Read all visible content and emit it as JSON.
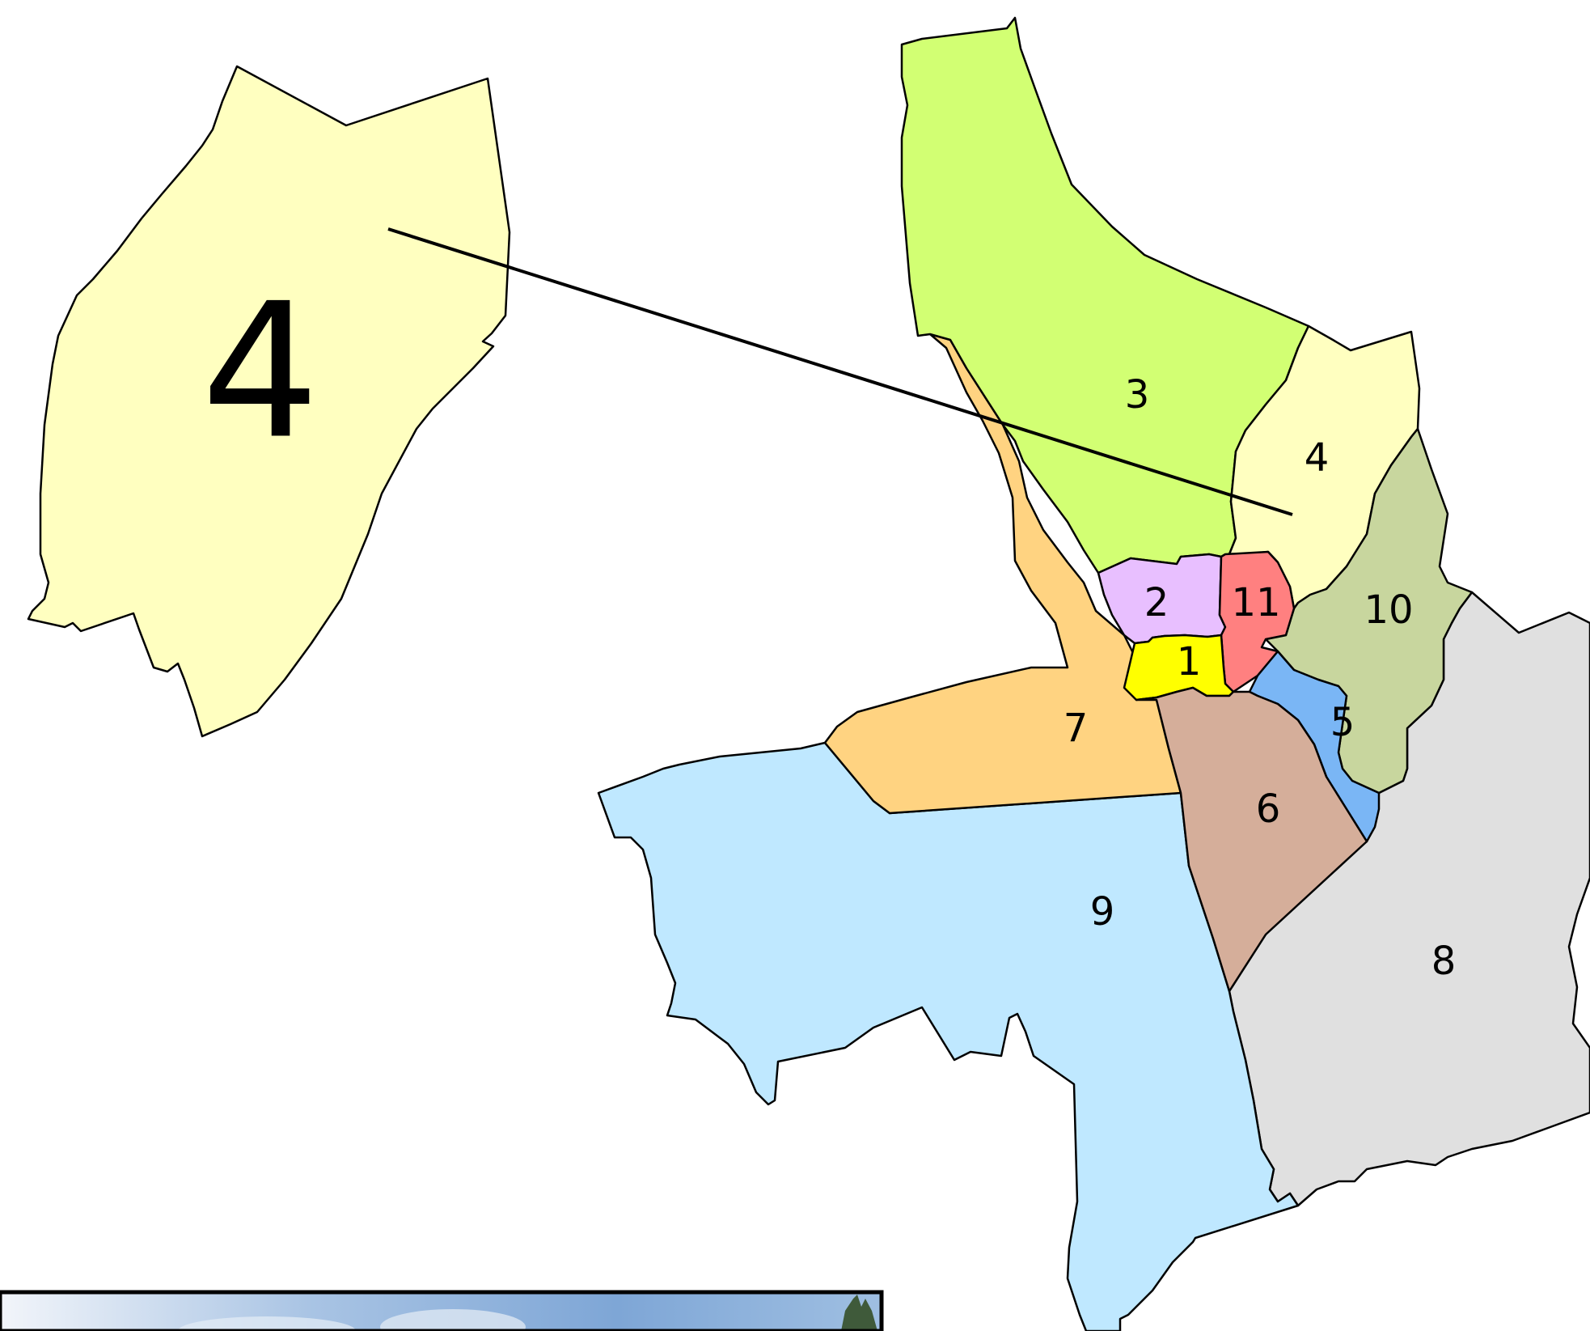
{
  "map": {
    "districts": [
      {
        "id": "1",
        "label": "1",
        "color": "#ffff00"
      },
      {
        "id": "2",
        "label": "2",
        "color": "#e8bfff"
      },
      {
        "id": "3",
        "label": "3",
        "color": "#d2ff73"
      },
      {
        "id": "4",
        "label": "4",
        "color": "#ffffc0"
      },
      {
        "id": "5",
        "label": "5",
        "color": "#7ab6f5"
      },
      {
        "id": "6",
        "label": "6",
        "color": "#d5ae9a"
      },
      {
        "id": "7",
        "label": "7",
        "color": "#ffd381"
      },
      {
        "id": "8",
        "label": "8",
        "color": "#e0e0e0"
      },
      {
        "id": "9",
        "label": "9",
        "color": "#bfe8ff"
      },
      {
        "id": "10",
        "label": "10",
        "color": "#c8d69e"
      },
      {
        "id": "11",
        "label": "11",
        "color": "#ff8080"
      }
    ],
    "inset": {
      "label": "4",
      "color": "#ffffc0"
    },
    "photo": {
      "sky_color": "#8fb4dd"
    }
  }
}
